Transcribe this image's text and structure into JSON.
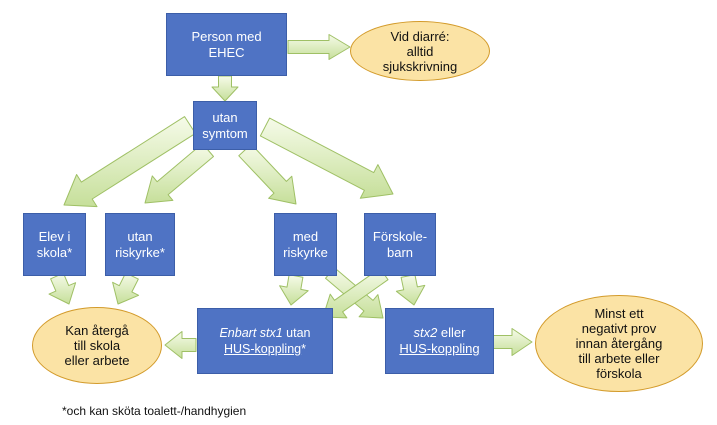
{
  "colors": {
    "box_fill": "#4f73c4",
    "box_border": "#3c5ea8",
    "oval_fill": "#fbe3a5",
    "oval_border": "#d39b2b",
    "arrow_fill_light": "#f6fbe9",
    "arrow_fill_dark": "#c6df9a",
    "arrow_border": "#9fc065"
  },
  "nodes": {
    "person_ehec": {
      "line1": "Person med",
      "line2": "EHEC"
    },
    "vid_diarre": {
      "line1": "Vid diarré:",
      "line2": "alltid",
      "line3": "sjukskrivning"
    },
    "utan_symtom": {
      "line1": "utan",
      "line2": "symtom"
    },
    "elev_skola": {
      "line1": "Elev i",
      "line2": "skola*"
    },
    "utan_riskyrke": {
      "line1": "utan",
      "line2": "riskyrke*"
    },
    "med_riskyrke": {
      "line1": "med",
      "line2": "riskyrke"
    },
    "forskolebarn": {
      "line1": "Förskole-",
      "line2": "barn"
    },
    "enbart_stx1": {
      "italic": "Enbart stx1",
      "rest": " utan",
      "line2": "HUS-koppling",
      "line2_suffix": "*"
    },
    "stx2": {
      "italic": "stx2",
      "rest": " eller",
      "line2": "HUS-koppling"
    },
    "kan_atergå": {
      "line1": "Kan återgå",
      "line2": "till skola",
      "line3": "eller arbete"
    },
    "minst_ett": {
      "line1": "Minst ett",
      "line2": "negativt prov",
      "line3": "innan återgång",
      "line4": "till arbete eller",
      "line5": "förskola"
    }
  },
  "footnote": "*och kan sköta toalett-/handhygien"
}
